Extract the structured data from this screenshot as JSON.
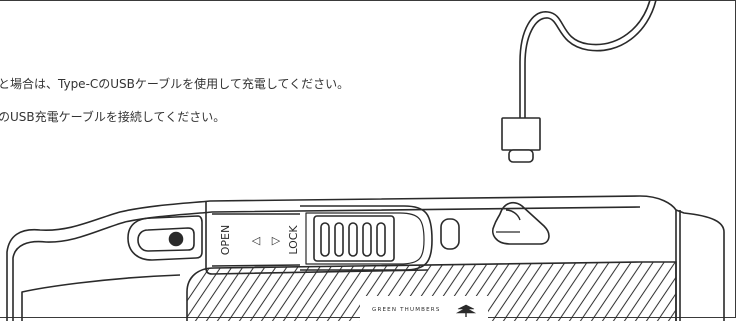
{
  "instructions": {
    "line1": "と場合は、Type-CのUSBケーブルを使用して充電してください。",
    "line2": "のUSB充電ケーブルを接続してください。"
  },
  "device": {
    "open_label": "OPEN",
    "lock_label": "LOCK",
    "open_arrow": "◁",
    "lock_arrow": "▷",
    "brand": "GREEN THUMBERS"
  },
  "colors": {
    "stroke": "#2a2a2a",
    "background": "#ffffff"
  }
}
